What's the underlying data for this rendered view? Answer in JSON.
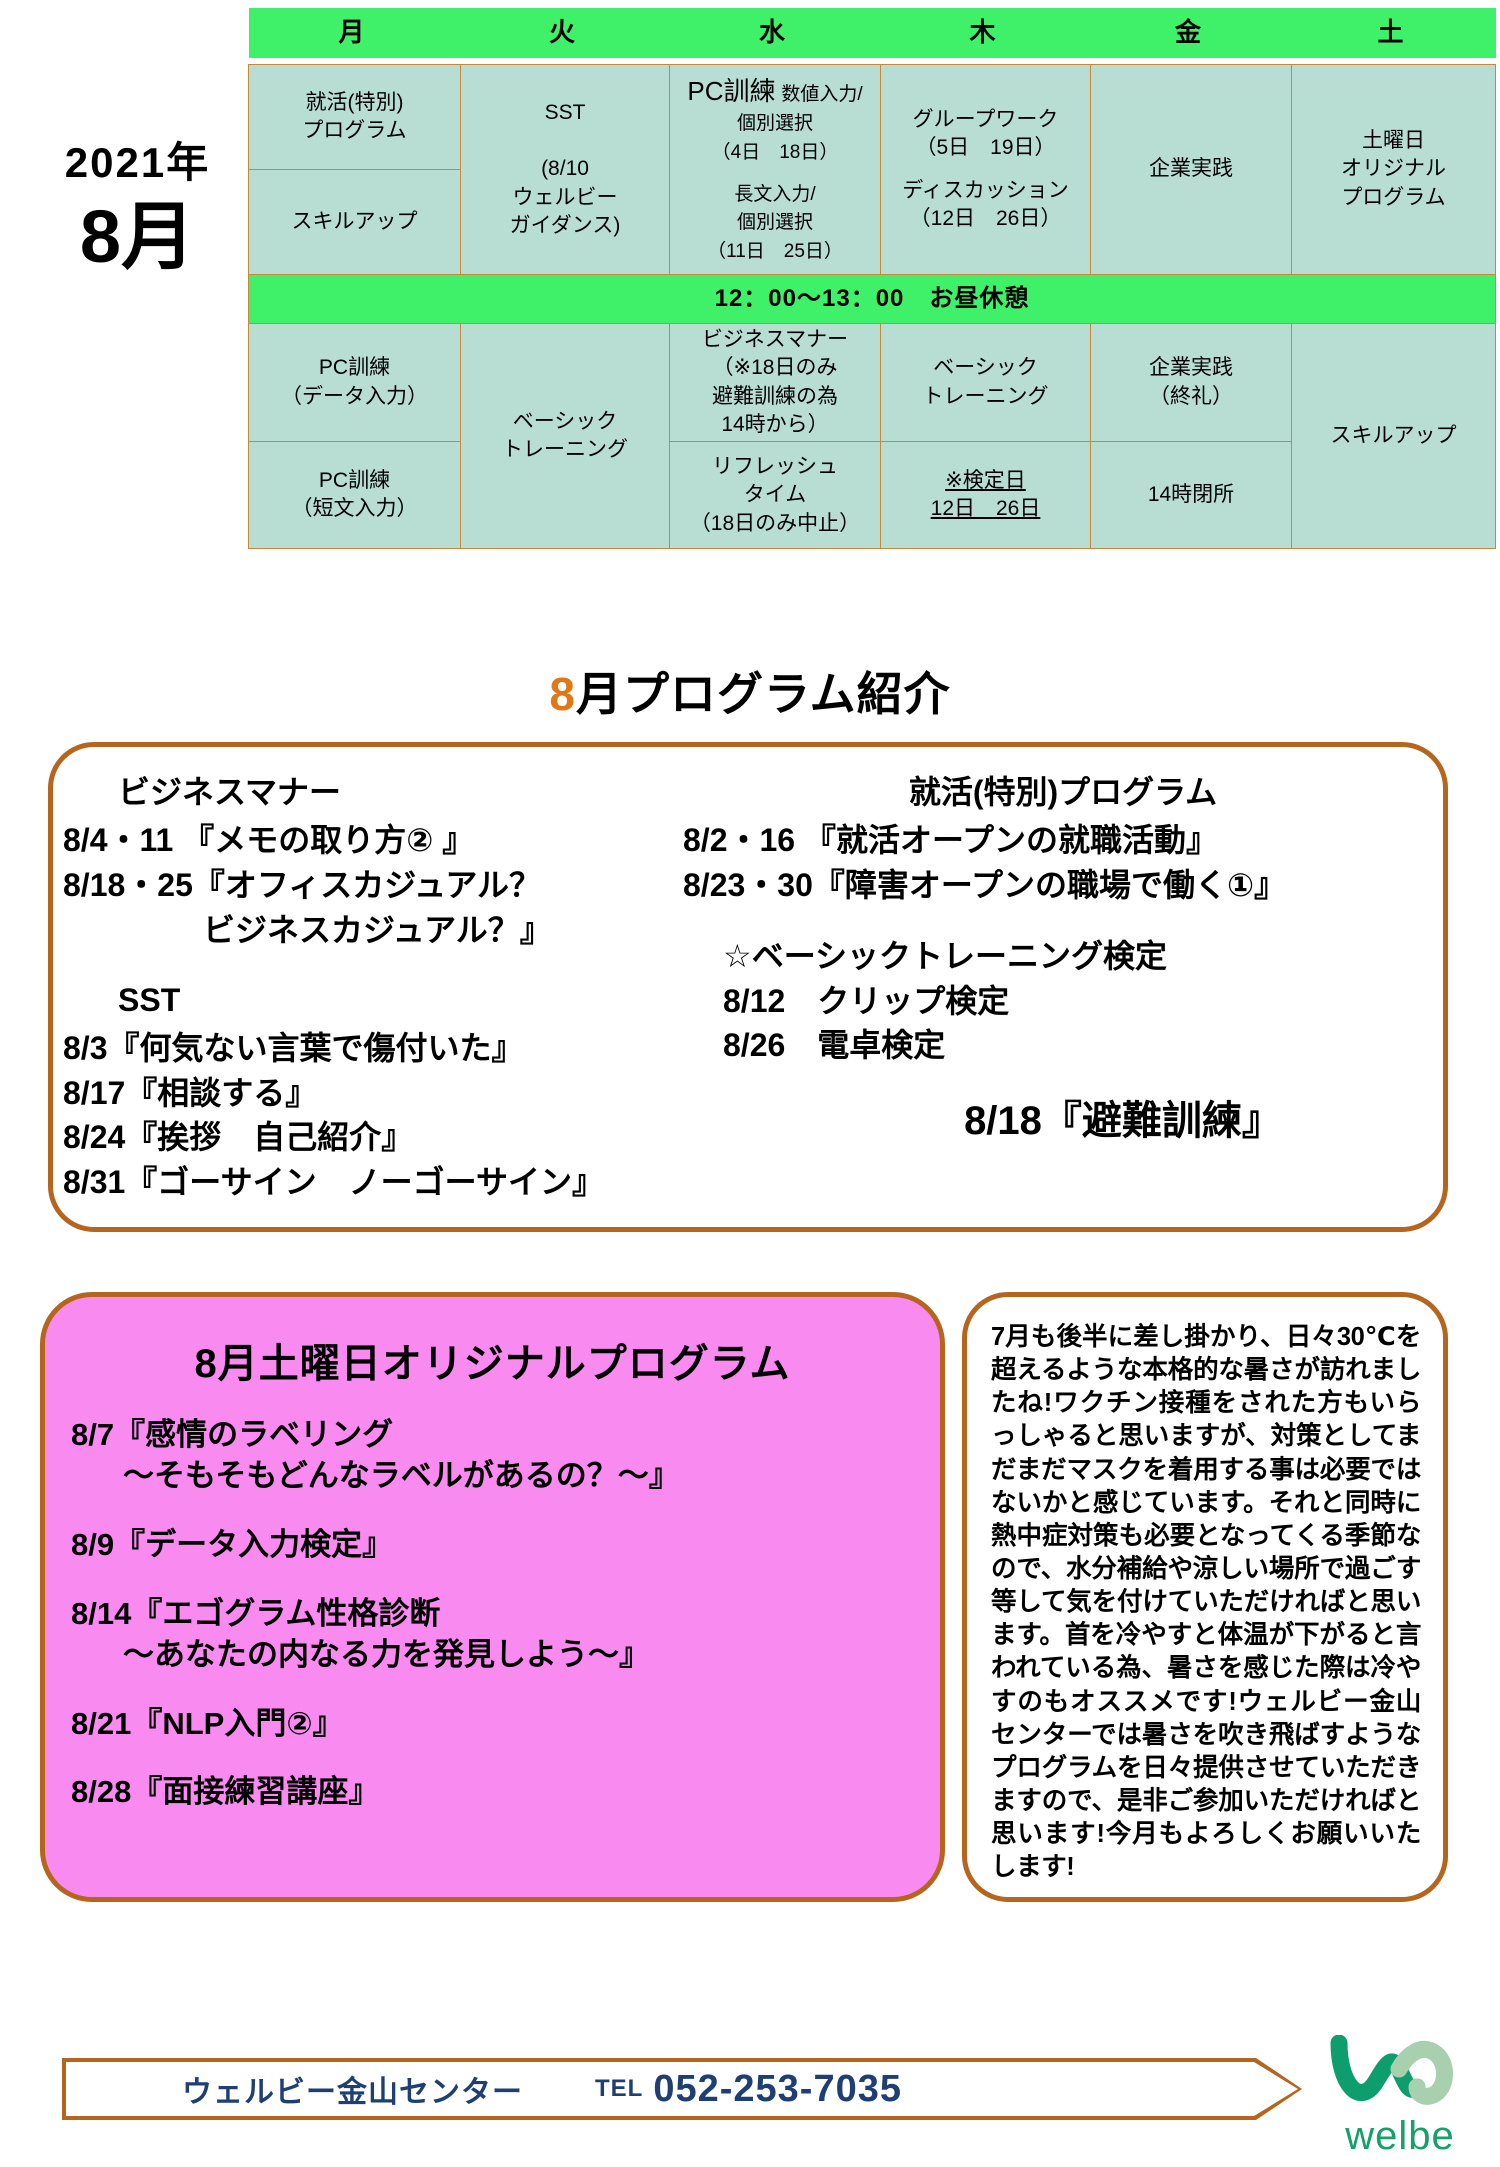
{
  "month_label": {
    "year": "2021年",
    "month": "8月"
  },
  "schedule": {
    "day_headers": [
      "月",
      "火",
      "水",
      "木",
      "金",
      "土"
    ],
    "lunch_row": "12：00～13：00　お昼休憩",
    "morning": {
      "mon_top": "就活(特別)\nプログラム",
      "mon_bottom": "スキルアップ",
      "tue": "SST\n\n(8/10\nウェルビー\nガイダンス)",
      "wed_title": "PC訓練",
      "wed_a": "数値入力/\n個別選択\n（4日　18日）",
      "wed_b": "長文入力/\n個別選択\n（11日　25日）",
      "thu_a": "グループワーク\n（5日　19日）",
      "thu_b": "ディスカッション\n（12日　26日）",
      "fri": "企業実践",
      "sat": "土曜日\nオリジナル\nプログラム"
    },
    "afternoon": {
      "mon_top": "PC訓練\n（データ入力）",
      "mon_bottom": "PC訓練\n（短文入力）",
      "tue": "ベーシック\nトレーニング",
      "wed_top": "ビジネスマナー\n（※18日のみ\n避難訓練の為\n14時から）",
      "wed_bottom": "リフレッシュ\nタイム\n（18日のみ中止）",
      "thu_top": "ベーシック\nトレーニング",
      "thu_bottom_line1": "※検定日",
      "thu_bottom_line2": "12日　26日",
      "fri_top": "企業実践\n（終礼）",
      "fri_bottom": "14時閉所",
      "sat": "スキルアップ"
    }
  },
  "program_heading": {
    "accent": "8",
    "rest": "月プログラム紹介"
  },
  "program_box": {
    "left_column": {
      "business_manner": {
        "title": "ビジネスマナー",
        "lines": [
          "8/4・11 『メモの取り方② 』",
          "8/18・25『オフィスカジュアル？",
          "ビジネスカジュアル？』"
        ]
      },
      "sst": {
        "title": "SST",
        "lines": [
          "8/3『何気ない言葉で傷付いた』",
          "8/17『相談する』",
          "8/24『挨拶　自己紹介』",
          "8/31『ゴーサイン　ノーゴーサイン』"
        ]
      }
    },
    "right_column": {
      "job_hunting": {
        "title": "就活(特別)プログラム",
        "lines": [
          "8/2・16 『就活オープンの就職活動』",
          "8/23・30『障害オープンの職場で働く①』"
        ]
      },
      "basic_training_test": {
        "title": "☆ベーシックトレーニング検定",
        "lines": [
          "8/12　クリップ検定",
          "8/26　電卓検定"
        ]
      },
      "evacuation_drill": "8/18『避難訓練』"
    }
  },
  "saturday_box": {
    "title": "8月土曜日オリジナルプログラム",
    "entries": [
      {
        "main": "8/7『感情のラベリング",
        "sub": "～そもそもどんなラベルがあるの？～』"
      },
      {
        "main": "8/9『データ入力検定』",
        "sub": ""
      },
      {
        "main": "8/14『エゴグラム性格診断",
        "sub": "～あなたの内なる力を発見しよう～』"
      },
      {
        "main": "8/21『NLP入門②』",
        "sub": ""
      },
      {
        "main": "8/28『面接練習講座』",
        "sub": ""
      }
    ]
  },
  "message_box": {
    "text": "7月も後半に差し掛かり、日々30℃を超えるような本格的な暑さが訪れましたね!ワクチン接種をされた方もいらっしゃると思いますが、対策としてまだまだマスクを着用する事は必要ではないかと感じています。それと同時に熱中症対策も必要となってくる季節なので、水分補給や涼しい場所で過ごす等して気を付けていただければと思います。首を冷やすと体温が下がると言われている為、暑さを感じた際は冷やすのもオススメです!ウェルビー金山センターでは暑さを吹き飛ばすようなプログラムを日々提供させていただきますので、是非ご参加いただければと思います!今月もよろしくお願いいたします!"
  },
  "footer": {
    "center_name": "ウェルビー金山センター",
    "tel_label": "TEL",
    "tel_number": "052-253-7035",
    "logo_wordmark": "welbe"
  },
  "colors": {
    "header_green": "#3ff069",
    "cell_teal": "#b8ddd2",
    "border_orange": "#c8883c",
    "box_brown": "#b5651d",
    "pink": "#f98bf0",
    "accent_orange": "#e07818",
    "logo_green": "#17a06a",
    "footer_text_blue": "#1f3f73"
  }
}
